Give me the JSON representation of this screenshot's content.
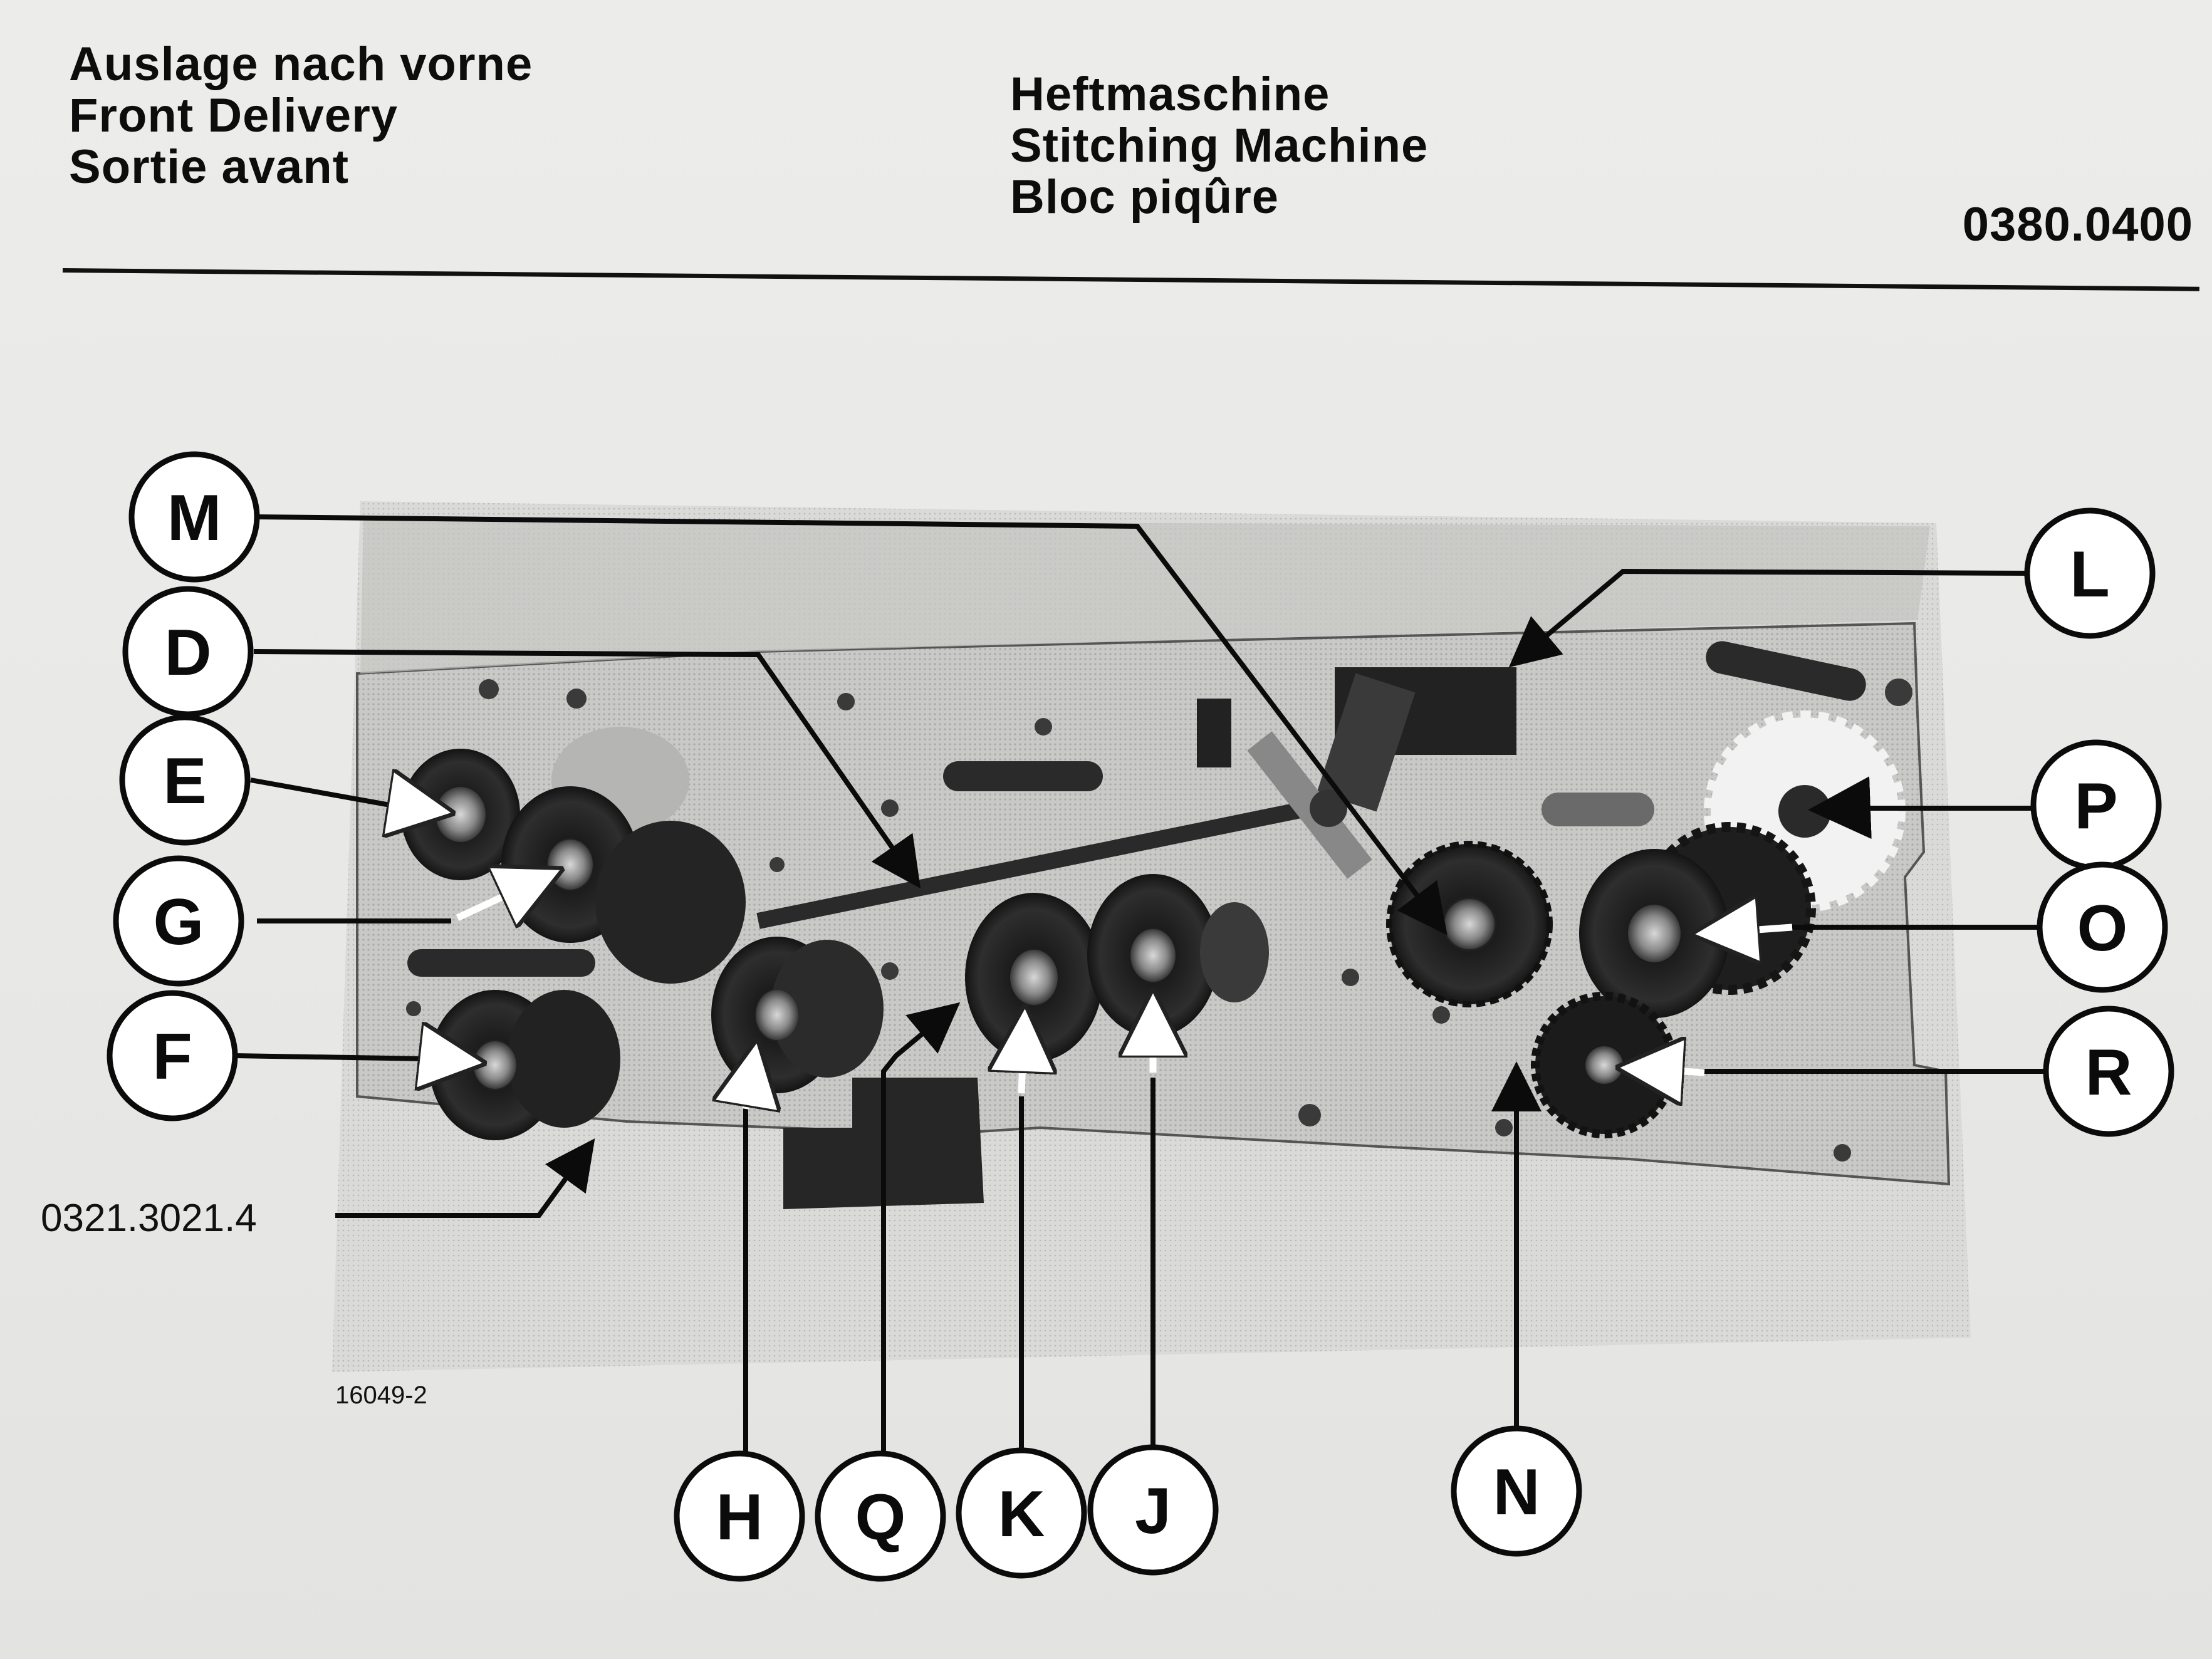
{
  "header": {
    "left_lines": [
      "Auslage nach vorne",
      "Front Delivery",
      "Sortie avant"
    ],
    "center_lines": [
      "Heftmaschine",
      "Stitching Machine",
      "Bloc piqûre"
    ],
    "doc_code": "0380.0400"
  },
  "figure": {
    "part_number": "0321.3021.4",
    "figure_number": "16049-2",
    "callouts": [
      "M",
      "D",
      "E",
      "G",
      "F",
      "L",
      "P",
      "O",
      "R",
      "H",
      "Q",
      "K",
      "J",
      "N"
    ]
  }
}
